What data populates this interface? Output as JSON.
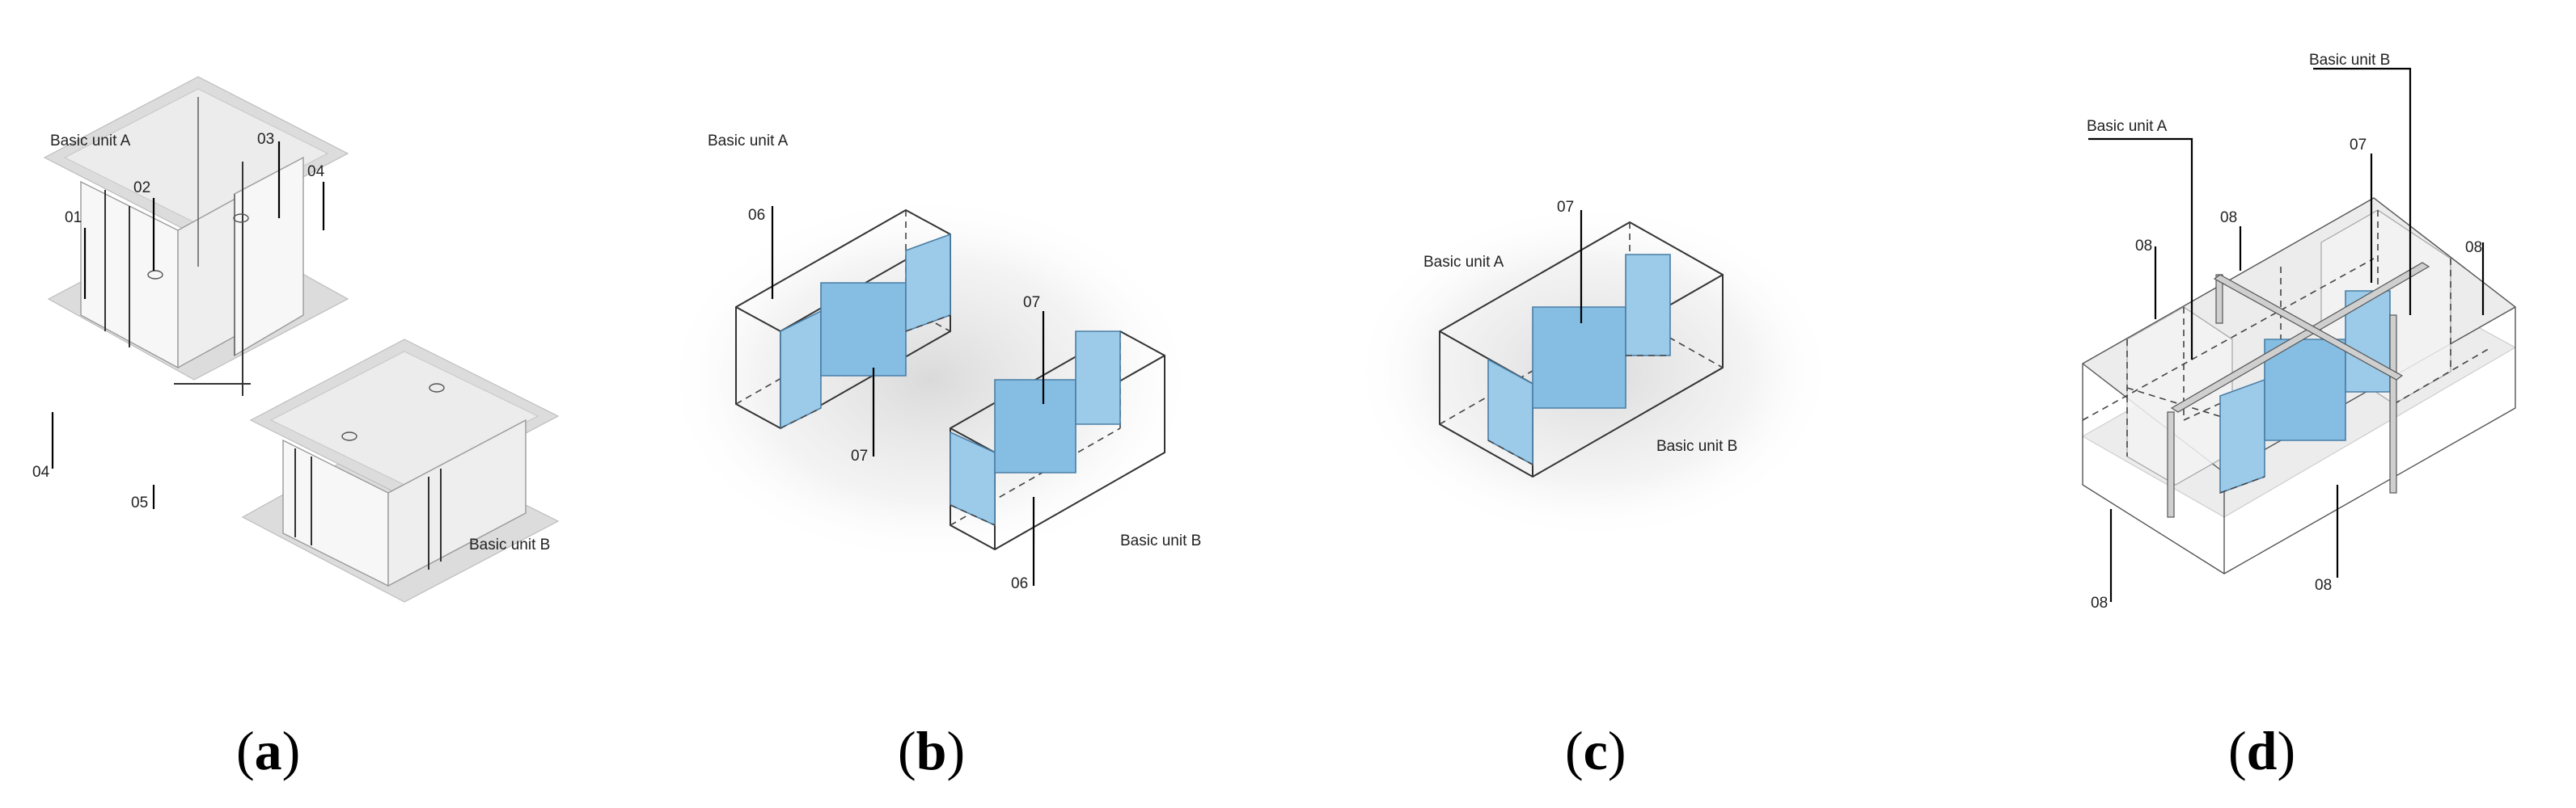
{
  "panels": [
    {
      "id": "a",
      "caption": "a",
      "labels": {
        "unit_a": "Basic unit A",
        "unit_b": "Basic unit B",
        "n01": "01",
        "n02": "02",
        "n03": "03",
        "n04_top": "04",
        "n04_left": "04",
        "n05": "05"
      }
    },
    {
      "id": "b",
      "caption": "b",
      "labels": {
        "unit_a": "Basic unit A",
        "unit_b": "Basic unit B",
        "n06_top": "06",
        "n07_bottom": "07",
        "n07_top": "07",
        "n06_bottom": "06"
      }
    },
    {
      "id": "c",
      "caption": "c",
      "labels": {
        "unit_a": "Basic unit A",
        "unit_b": "Basic unit B",
        "n07": "07"
      }
    },
    {
      "id": "d",
      "caption": "d",
      "labels": {
        "unit_a": "Basic unit A",
        "unit_b": "Basic unit B",
        "n07": "07",
        "n08_left": "08",
        "n08_right": "08",
        "n08_mid": "08",
        "n08_bottom_left": "08",
        "n08_bottom_mid": "08"
      }
    }
  ]
}
